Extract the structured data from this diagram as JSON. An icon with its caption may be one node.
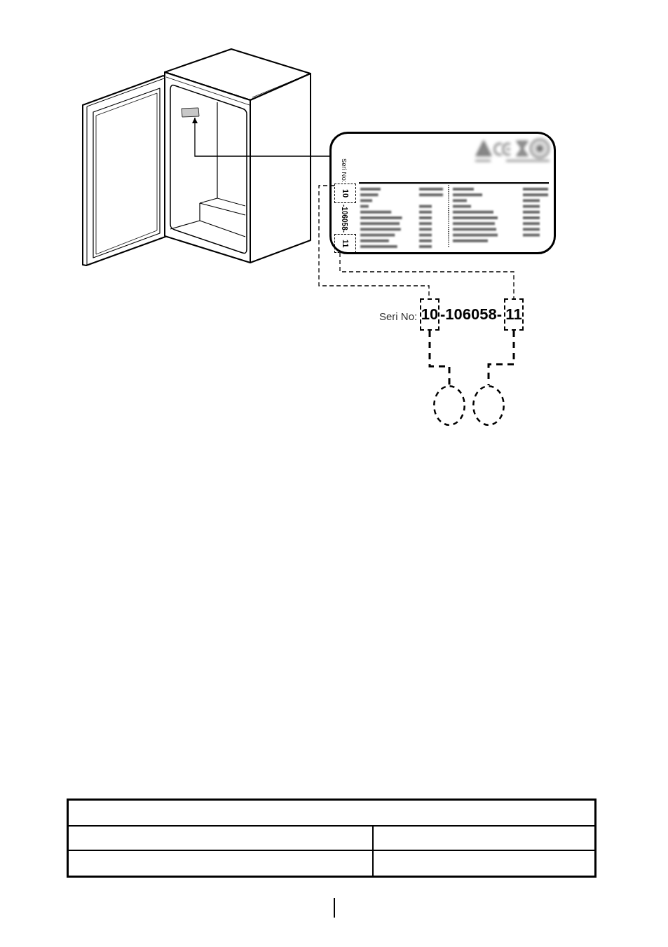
{
  "diagram": {
    "nodes": [
      {
        "text": [],
        "shape": "box"
      },
      {
        "text": [
          "Seri No:",
          "-106058-"
        ]
      },
      {
        "text": [
          "10"
        ],
        "in": 1
      },
      {
        "text": [
          "11"
        ],
        "in": 1
      },
      {
        "text": [
          "10"
        ]
      },
      {
        "text": [
          "11"
        ]
      },
      {
        "text": [],
        "shape": "circle"
      },
      {
        "text": [],
        "shape": "circle"
      }
    ],
    "edges": [
      {
        "from": 1,
        "to": 0,
        "arrow": "to"
      },
      {
        "from": 2,
        "to": 4,
        "arrow": "none",
        "style": "dashed"
      },
      {
        "from": 3,
        "to": 5,
        "arrow": "none",
        "style": "dashed"
      },
      {
        "from": 4,
        "to": 6,
        "arrow": "none",
        "style": "dashed"
      },
      {
        "from": 5,
        "to": 7,
        "arrow": "none",
        "style": "dashed"
      }
    ],
    "labels": [
      "Seri No:",
      "-106058-"
    ]
  }
}
